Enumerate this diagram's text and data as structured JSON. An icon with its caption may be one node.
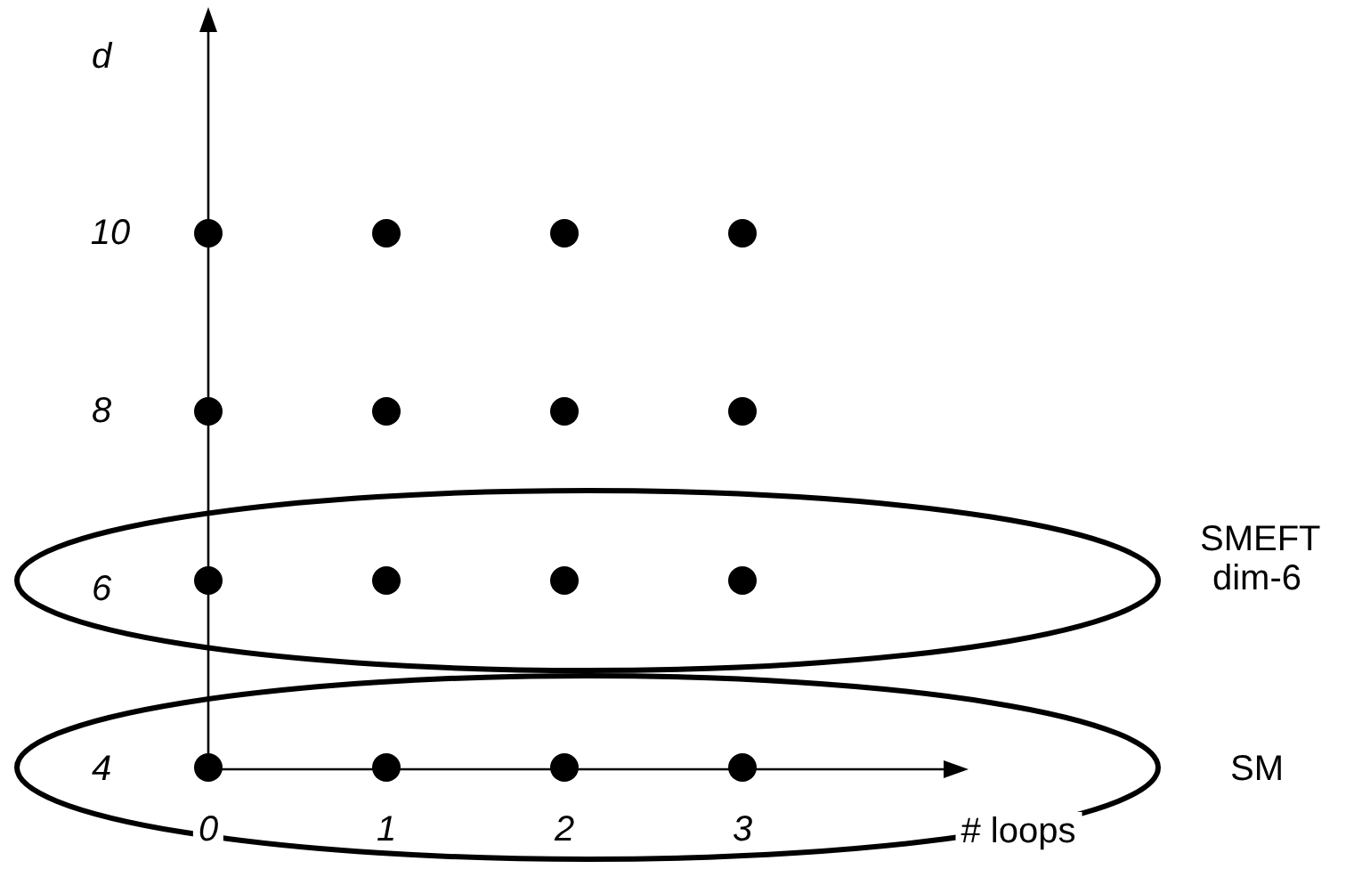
{
  "diagram": {
    "nodes": [
      {
        "text": [],
        "shape": "circle"
      },
      {
        "text": [],
        "shape": "circle"
      },
      {
        "text": [],
        "shape": "circle"
      },
      {
        "text": [],
        "shape": "circle"
      },
      {
        "text": [],
        "shape": "circle"
      },
      {
        "text": [],
        "shape": "circle"
      },
      {
        "text": [],
        "shape": "circle"
      },
      {
        "text": [],
        "shape": "circle"
      },
      {
        "text": [],
        "shape": "ellipse",
        "beside": [
          "SMEFT dim-6"
        ]
      },
      {
        "text": [],
        "shape": "circle",
        "in": 8
      },
      {
        "text": [],
        "shape": "circle",
        "in": 8
      },
      {
        "text": [],
        "shape": "circle",
        "in": 8
      },
      {
        "text": [],
        "shape": "circle",
        "in": 8
      },
      {
        "text": [],
        "shape": "ellipse",
        "beside": [
          "SM"
        ]
      },
      {
        "text": [],
        "shape": "circle",
        "in": 13
      },
      {
        "text": [],
        "shape": "circle",
        "in": 13
      },
      {
        "text": [],
        "shape": "circle",
        "in": 13
      },
      {
        "text": [],
        "shape": "circle",
        "in": 13
      }
    ],
    "labels": [
      "d",
      "10",
      "8",
      "6",
      "4",
      "0",
      "1",
      "2",
      "3",
      "# loops"
    ]
  }
}
